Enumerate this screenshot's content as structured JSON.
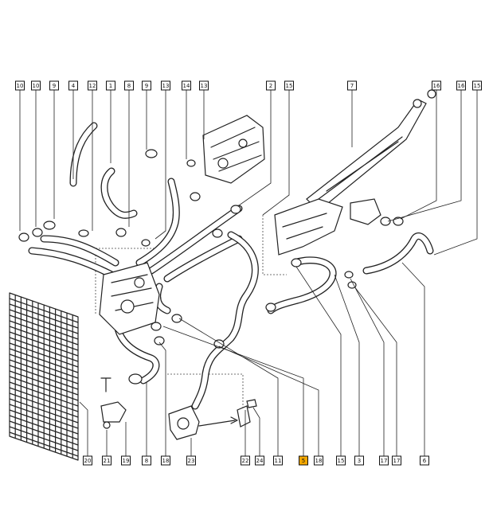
{
  "callouts_top": [
    {
      "id": "t1",
      "label": "10"
    },
    {
      "id": "t2",
      "label": "10"
    },
    {
      "id": "t3",
      "label": "9"
    },
    {
      "id": "t4",
      "label": "4"
    },
    {
      "id": "t5",
      "label": "12"
    },
    {
      "id": "t6",
      "label": "1"
    },
    {
      "id": "t7",
      "label": "8"
    },
    {
      "id": "t8",
      "label": "9"
    },
    {
      "id": "t9",
      "label": "13"
    },
    {
      "id": "t10",
      "label": "14"
    },
    {
      "id": "t11",
      "label": "13"
    },
    {
      "id": "t12",
      "label": "2"
    },
    {
      "id": "t13",
      "label": "15"
    },
    {
      "id": "t14",
      "label": "7"
    },
    {
      "id": "t15",
      "label": "16"
    },
    {
      "id": "t16",
      "label": "16"
    },
    {
      "id": "t17",
      "label": "15"
    }
  ],
  "callouts_bottom": [
    {
      "id": "b1",
      "label": "20"
    },
    {
      "id": "b2",
      "label": "21"
    },
    {
      "id": "b3",
      "label": "19"
    },
    {
      "id": "b4",
      "label": "8"
    },
    {
      "id": "b5",
      "label": "18"
    },
    {
      "id": "b6",
      "label": "23"
    },
    {
      "id": "b7",
      "label": "22"
    },
    {
      "id": "b8",
      "label": "24"
    },
    {
      "id": "b9",
      "label": "11"
    },
    {
      "id": "b10",
      "label": "5",
      "highlight": true
    },
    {
      "id": "b11",
      "label": "18"
    },
    {
      "id": "b12",
      "label": "15"
    },
    {
      "id": "b13",
      "label": "3"
    },
    {
      "id": "b14",
      "label": "17"
    },
    {
      "id": "b15",
      "label": "17"
    },
    {
      "id": "b16",
      "label": "6"
    }
  ],
  "highlight_color": "#f5a800"
}
